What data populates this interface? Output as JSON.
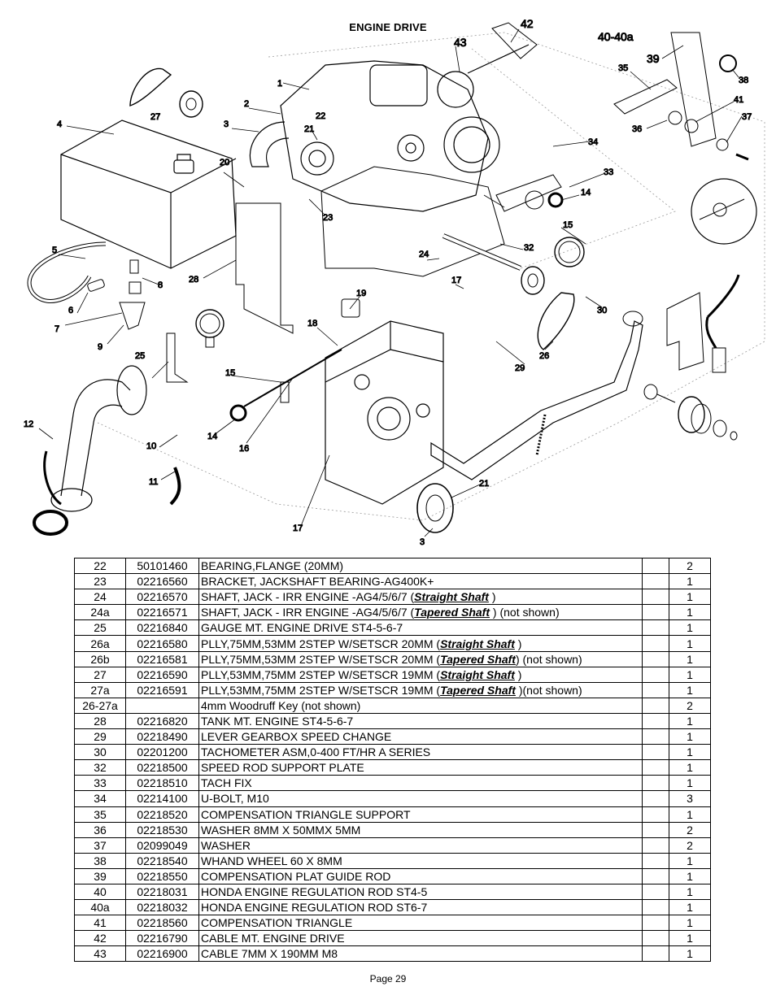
{
  "header": {
    "title": "ENGINE DRIVE"
  },
  "diagram": {
    "callouts": [
      "1",
      "2",
      "3",
      "4",
      "5",
      "6",
      "7",
      "8",
      "9",
      "10",
      "11",
      "12",
      "14",
      "14",
      "15",
      "15",
      "16",
      "17",
      "17",
      "18",
      "19",
      "20",
      "21",
      "21",
      "22",
      "23",
      "24",
      "25",
      "26",
      "27",
      "28",
      "29",
      "30",
      "32",
      "33",
      "34",
      "35",
      "36",
      "37",
      "38",
      "39",
      "40-40a",
      "41",
      "42",
      "43",
      "3"
    ]
  },
  "parts_table": {
    "rows": [
      {
        "ref": "22",
        "part_no": "50101460",
        "desc": [
          {
            "t": "BEARING,FLANGE (20MM)"
          }
        ],
        "qty": "2"
      },
      {
        "ref": "23",
        "part_no": "02216560",
        "desc": [
          {
            "t": "BRACKET, JACKSHAFT BEARING-AG400K+"
          }
        ],
        "qty": "1"
      },
      {
        "ref": "24",
        "part_no": "02216570",
        "desc": [
          {
            "t": "SHAFT, JACK - IRR ENGINE -AG4/5/6/7 ("
          },
          {
            "t": "Straight Shaft",
            "e": true
          },
          {
            "t": " )"
          }
        ],
        "qty": "1"
      },
      {
        "ref": "24a",
        "part_no": "02216571",
        "desc": [
          {
            "t": "SHAFT, JACK - IRR ENGINE -AG4/5/6/7 ("
          },
          {
            "t": "Tapered Shaft",
            "e": true
          },
          {
            "t": " ) (not shown)"
          }
        ],
        "qty": "1"
      },
      {
        "ref": "25",
        "part_no": "02216840",
        "desc": [
          {
            "t": "GAUGE MT. ENGINE DRIVE ST4-5-6-7"
          }
        ],
        "qty": "1"
      },
      {
        "ref": "26a",
        "part_no": "02216580",
        "desc": [
          {
            "t": "PLLY,75MM,53MM 2STEP W/SETSCR 20MM  ("
          },
          {
            "t": "Straight Shaft",
            "e": true
          },
          {
            "t": " )"
          }
        ],
        "qty": "1"
      },
      {
        "ref": "26b",
        "part_no": "02216581",
        "desc": [
          {
            "t": "PLLY,75MM,53MM 2STEP W/SETSCR 20MM  ("
          },
          {
            "t": "Tapered Shaft",
            "e": true
          },
          {
            "t": ") (not shown)"
          }
        ],
        "qty": "1"
      },
      {
        "ref": "27",
        "part_no": "02216590",
        "desc": [
          {
            "t": "PLLY,53MM,75MM 2STEP W/SETSCR 19MM  ("
          },
          {
            "t": "Straight Shaft",
            "e": true
          },
          {
            "t": " )"
          }
        ],
        "qty": "1"
      },
      {
        "ref": "27a",
        "part_no": "02216591",
        "desc": [
          {
            "t": "PLLY,53MM,75MM 2STEP W/SETSCR 19MM   ("
          },
          {
            "t": "Tapered Shaft",
            "e": true
          },
          {
            "t": " )(not shown)"
          }
        ],
        "qty": "1"
      },
      {
        "ref": "26-27a",
        "part_no": "",
        "desc": [
          {
            "t": "4mm Woodruff Key (not shown)"
          }
        ],
        "qty": "2"
      },
      {
        "ref": "28",
        "part_no": "02216820",
        "desc": [
          {
            "t": "TANK MT. ENGINE ST4-5-6-7"
          }
        ],
        "qty": "1"
      },
      {
        "ref": "29",
        "part_no": "02218490",
        "desc": [
          {
            "t": "LEVER GEARBOX SPEED CHANGE"
          }
        ],
        "qty": "1"
      },
      {
        "ref": "30",
        "part_no": "02201200",
        "desc": [
          {
            "t": "TACHOMETER ASM,0-400 FT/HR A SERIES"
          }
        ],
        "qty": "1"
      },
      {
        "ref": "32",
        "part_no": "02218500",
        "desc": [
          {
            "t": "SPEED ROD SUPPORT PLATE"
          }
        ],
        "qty": "1"
      },
      {
        "ref": "33",
        "part_no": "02218510",
        "desc": [
          {
            "t": "TACH FIX"
          }
        ],
        "qty": "1"
      },
      {
        "ref": "34",
        "part_no": "02214100",
        "desc": [
          {
            "t": "U-BOLT, M10"
          }
        ],
        "qty": "3"
      },
      {
        "ref": "35",
        "part_no": "02218520",
        "desc": [
          {
            "t": "COMPENSATION TRIANGLE SUPPORT"
          }
        ],
        "qty": "1"
      },
      {
        "ref": "36",
        "part_no": "02218530",
        "desc": [
          {
            "t": "WASHER 8MM X 50MMX 5MM"
          }
        ],
        "qty": "2"
      },
      {
        "ref": "37",
        "part_no": "02099049",
        "desc": [
          {
            "t": "WASHER"
          }
        ],
        "qty": "2"
      },
      {
        "ref": "38",
        "part_no": "02218540",
        "desc": [
          {
            "t": "WHAND WHEEL 60 X 8MM"
          }
        ],
        "qty": "1"
      },
      {
        "ref": "39",
        "part_no": "02218550",
        "desc": [
          {
            "t": "COMPENSATION PLAT GUIDE ROD"
          }
        ],
        "qty": "1"
      },
      {
        "ref": "40",
        "part_no": "02218031",
        "desc": [
          {
            "t": "HONDA ENGINE REGULATION ROD ST4-5"
          }
        ],
        "qty": "1"
      },
      {
        "ref": "40a",
        "part_no": "02218032",
        "desc": [
          {
            "t": "HONDA ENGINE REGULATION ROD ST6-7"
          }
        ],
        "qty": "1"
      },
      {
        "ref": "41",
        "part_no": "02218560",
        "desc": [
          {
            "t": "COMPENSATION TRIANGLE"
          }
        ],
        "qty": "1"
      },
      {
        "ref": "42",
        "part_no": "02216790",
        "desc": [
          {
            "t": "CABLE MT. ENGINE DRIVE"
          }
        ],
        "qty": "1"
      },
      {
        "ref": "43",
        "part_no": "02216900",
        "desc": [
          {
            "t": "CABLE 7MM X 190MM M8"
          }
        ],
        "qty": "1"
      }
    ]
  },
  "footer": {
    "page_label": "Page 29"
  }
}
